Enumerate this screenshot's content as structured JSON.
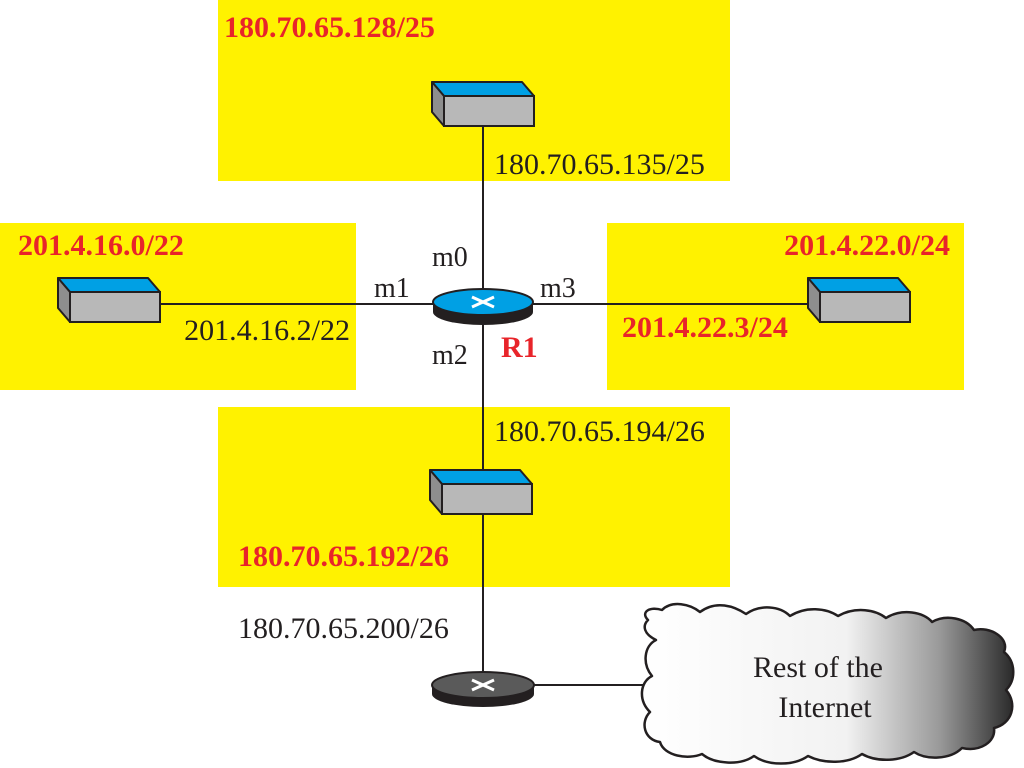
{
  "networks": {
    "north": {
      "name": "180.70.65.128/25",
      "switch_addr": "180.70.65.135/25"
    },
    "west": {
      "name": "201.4.16.0/22",
      "switch_addr": "201.4.16.2/22"
    },
    "east": {
      "name": "201.4.22.0/24",
      "switch_addr": "201.4.22.3/24"
    },
    "south": {
      "name": "180.70.65.192/26",
      "switch_addr": "180.70.65.194/26"
    }
  },
  "router": {
    "name": "R1",
    "interfaces": {
      "m0": "m0",
      "m1": "m1",
      "m2": "m2",
      "m3": "m3"
    }
  },
  "gateway": {
    "addr": "180.70.65.200/26"
  },
  "cloud": {
    "line1": "Rest of the",
    "line2": "Internet"
  },
  "colors": {
    "network_fill": "#fff200",
    "switch_top": "#00a0e4",
    "switch_side": "#b8b8b8",
    "router_top": "#00a0e4",
    "router_base": "#231f20",
    "gateway_top": "#5a5a5a",
    "label_red": "#e8242a",
    "link": "#231f20"
  }
}
